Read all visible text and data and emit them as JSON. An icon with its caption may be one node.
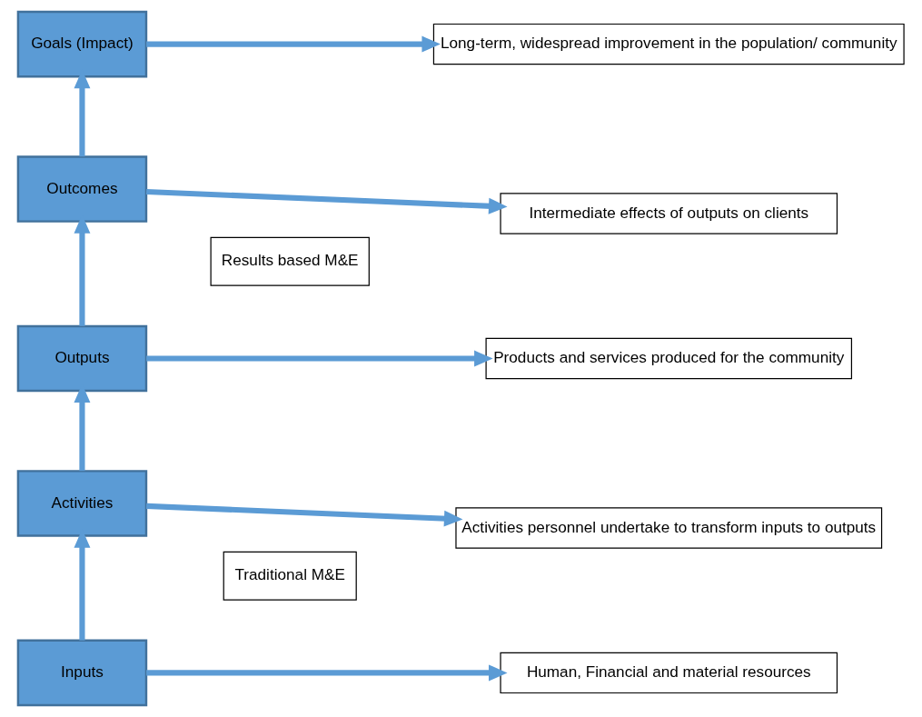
{
  "diagram": {
    "nodes": [
      {
        "text": [
          "Goals (Impact)"
        ]
      },
      {
        "text": [
          "Long-term, widespread improvement in the population/ community"
        ]
      },
      {
        "text": [
          "Outcomes"
        ]
      },
      {
        "text": [
          "Intermediate effects of outputs on clients"
        ]
      },
      {
        "text": [
          "Outputs"
        ]
      },
      {
        "text": [
          "Products and services produced for the community"
        ]
      },
      {
        "text": [
          "Activities"
        ]
      },
      {
        "text": [
          "Activities personnel undertake to transform inputs to outputs"
        ]
      },
      {
        "text": [
          "Inputs"
        ]
      },
      {
        "text": [
          "Human, Financial and material resources"
        ]
      },
      {
        "text": [
          "Results based M&E"
        ]
      },
      {
        "text": [
          "Traditional M&E"
        ]
      }
    ],
    "edges": [
      {
        "from": 0,
        "to": 1,
        "arrow": "to"
      },
      {
        "from": 2,
        "to": 3,
        "arrow": "to"
      },
      {
        "from": 4,
        "to": 5,
        "arrow": "to"
      },
      {
        "from": 6,
        "to": 7,
        "arrow": "to"
      },
      {
        "from": 8,
        "to": 9,
        "arrow": "to"
      },
      {
        "from": 8,
        "to": 6,
        "arrow": "to"
      },
      {
        "from": 6,
        "to": 4,
        "arrow": "to"
      },
      {
        "from": 4,
        "to": 2,
        "arrow": "to"
      },
      {
        "from": 2,
        "to": 0,
        "arrow": "to"
      }
    ]
  }
}
